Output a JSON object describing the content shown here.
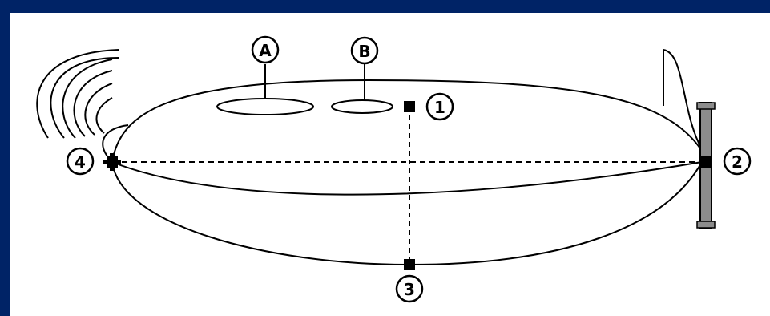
{
  "labels": {
    "a": "A",
    "b": "B",
    "p1": "1",
    "p2": "2",
    "p3": "3",
    "p4": "4"
  },
  "colors": {
    "frame": "#002366",
    "background": "#ffffff",
    "line": "#000000",
    "propeller": "#8c8c8c"
  }
}
